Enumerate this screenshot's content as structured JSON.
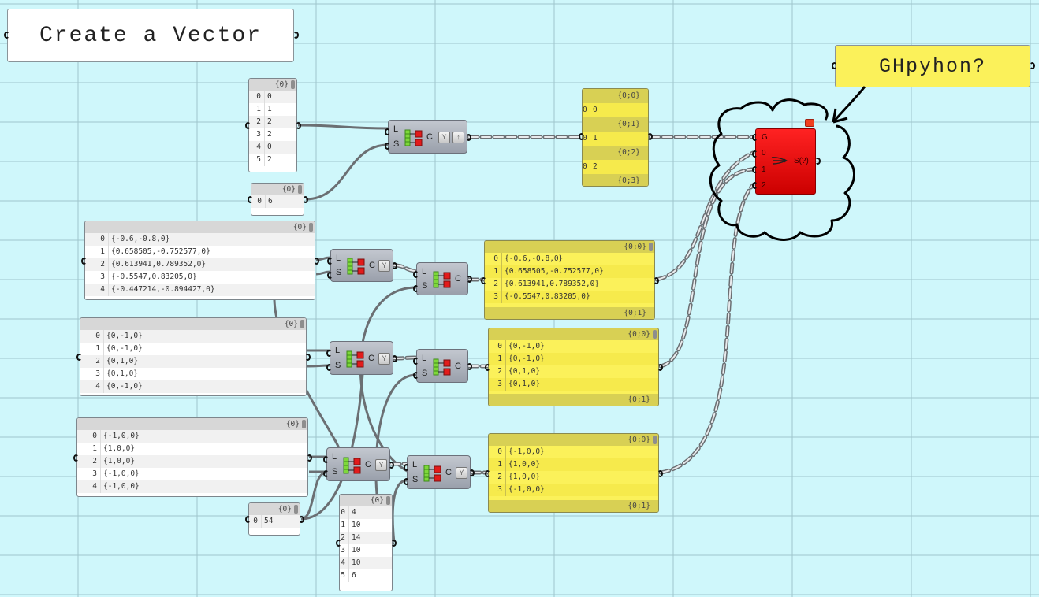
{
  "canvas": {
    "background": "#cff7fb",
    "grid_color": "#9fc6cc"
  },
  "notes": {
    "title": "Create a Vector",
    "question": "GHpyhon?"
  },
  "panels": {
    "pattern_list": {
      "path": "{0}",
      "rows": [
        [
          "0",
          "0"
        ],
        [
          "1",
          "1"
        ],
        [
          "2",
          "2"
        ],
        [
          "3",
          "2"
        ],
        [
          "4",
          "0"
        ],
        [
          "5",
          "2"
        ]
      ]
    },
    "pattern_count": {
      "path": "{0}",
      "rows": [
        [
          "0",
          "6"
        ]
      ]
    },
    "vectors_a": {
      "path": "{0}",
      "rows": [
        [
          "0",
          "{-0.6,-0.8,0}"
        ],
        [
          "1",
          "{0.658505,-0.752577,0}"
        ],
        [
          "2",
          "{0.613941,0.789352,0}"
        ],
        [
          "3",
          "{-0.5547,0.83205,0}"
        ],
        [
          "4",
          "{-0.447214,-0.894427,0}"
        ]
      ]
    },
    "vectors_b": {
      "path": "{0}",
      "rows": [
        [
          "0",
          "{0,-1,0}"
        ],
        [
          "1",
          "{0,-1,0}"
        ],
        [
          "2",
          "{0,1,0}"
        ],
        [
          "3",
          "{0,1,0}"
        ],
        [
          "4",
          "{0,-1,0}"
        ]
      ]
    },
    "vectors_c": {
      "path": "{0}",
      "rows": [
        [
          "0",
          "{-1,0,0}"
        ],
        [
          "1",
          "{1,0,0}"
        ],
        [
          "2",
          "{1,0,0}"
        ],
        [
          "3",
          "{-1,0,0}"
        ],
        [
          "4",
          "{-1,0,0}"
        ]
      ]
    },
    "count_54": {
      "path": "{0}",
      "rows": [
        [
          "0",
          "54"
        ]
      ]
    },
    "sizes": {
      "path": "{0}",
      "rows": [
        [
          "0",
          "4"
        ],
        [
          "1",
          "10"
        ],
        [
          "2",
          "14"
        ],
        [
          "3",
          "10"
        ],
        [
          "4",
          "10"
        ],
        [
          "5",
          "6"
        ]
      ]
    }
  },
  "outputs": {
    "split_top": {
      "branches": [
        {
          "path": "{0;0}",
          "rows": [
            [
              "0",
              "0"
            ]
          ]
        },
        {
          "path": "{0;1}",
          "rows": [
            [
              "0",
              "1"
            ]
          ]
        },
        {
          "path": "{0;2}",
          "rows": [
            [
              "0",
              "2"
            ]
          ]
        },
        {
          "path": "{0;3}",
          "rows": []
        }
      ]
    },
    "out_a": {
      "path": "{0;0}",
      "footer": "{0;1}",
      "rows": [
        [
          "0",
          "{-0.6,-0.8,0}"
        ],
        [
          "1",
          "{0.658505,-0.752577,0}"
        ],
        [
          "2",
          "{0.613941,0.789352,0}"
        ],
        [
          "3",
          "{-0.5547,0.83205,0}"
        ]
      ]
    },
    "out_b": {
      "path": "{0;0}",
      "footer": "{0;1}",
      "rows": [
        [
          "0",
          "{0,-1,0}"
        ],
        [
          "1",
          "{0,-1,0}"
        ],
        [
          "2",
          "{0,1,0}"
        ],
        [
          "3",
          "{0,1,0}"
        ]
      ]
    },
    "out_c": {
      "path": "{0;0}",
      "footer": "{0;1}",
      "rows": [
        [
          "0",
          "{-1,0,0}"
        ],
        [
          "1",
          "{1,0,0}"
        ],
        [
          "2",
          "{1,0,0}"
        ],
        [
          "3",
          "{-1,0,0}"
        ]
      ]
    }
  },
  "components": {
    "split": {
      "input_l": "L",
      "input_s": "S",
      "output": "C",
      "graft_icon": "Y",
      "flatten_icon": "↑"
    },
    "python": {
      "inputs": [
        "G",
        "0",
        "1",
        "2"
      ],
      "output": "S(?)"
    }
  }
}
